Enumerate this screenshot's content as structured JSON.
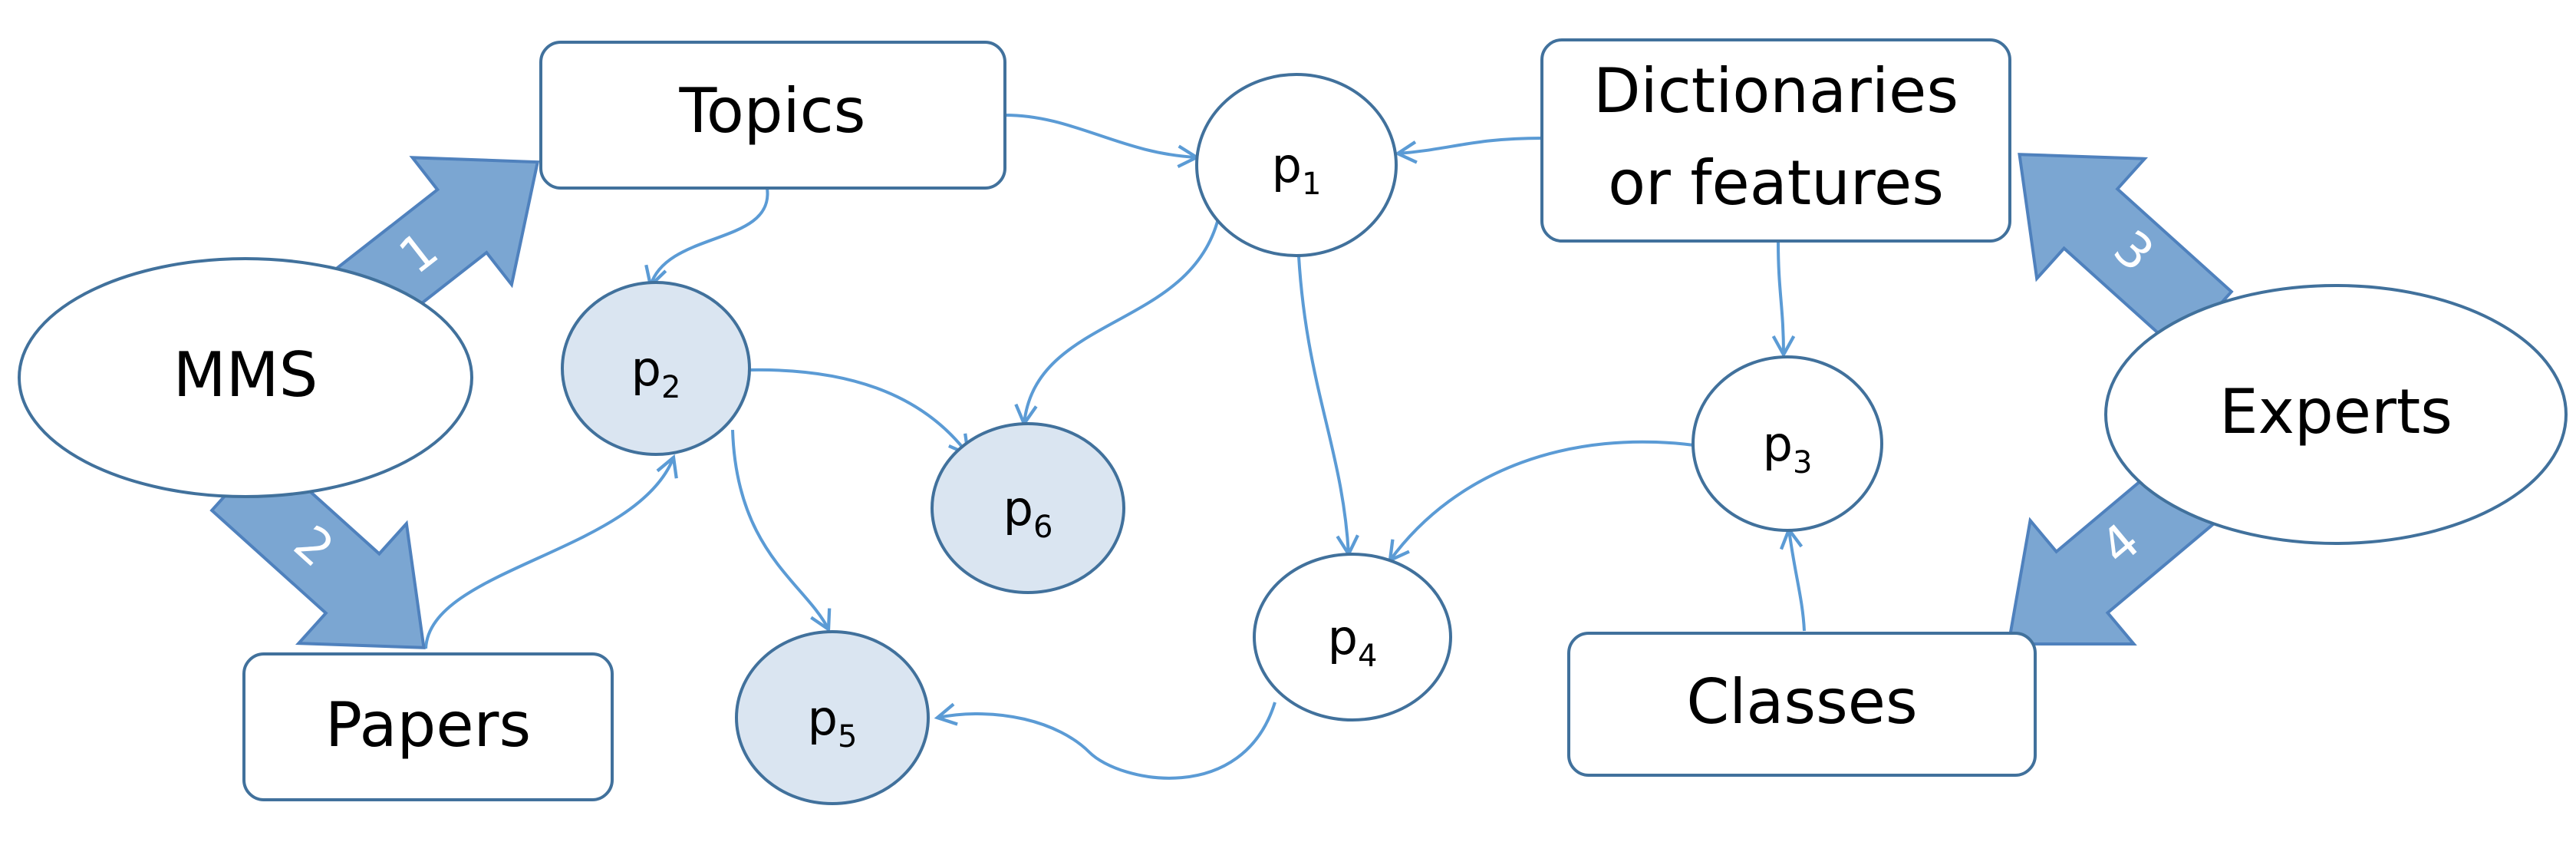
{
  "nodes": {
    "mms": "MMS",
    "topics": "Topics",
    "papers": "Papers",
    "dictionaries_line1": "Dictionaries",
    "dictionaries_line2": "or features",
    "experts": "Experts",
    "classes": "Classes",
    "p1": {
      "base": "p",
      "sub": "1"
    },
    "p2": {
      "base": "p",
      "sub": "2"
    },
    "p3": {
      "base": "p",
      "sub": "3"
    },
    "p4": {
      "base": "p",
      "sub": "4"
    },
    "p5": {
      "base": "p",
      "sub": "5"
    },
    "p6": {
      "base": "p",
      "sub": "6"
    }
  },
  "big_arrows": {
    "a1": "1",
    "a2": "2",
    "a3": "3",
    "a4": "4"
  },
  "colors": {
    "node_stroke": "#41719c",
    "shaded_fill": "#dae5f1",
    "edge": "#5b9bd5",
    "big_arrow_fill": "#7ba6d2"
  }
}
